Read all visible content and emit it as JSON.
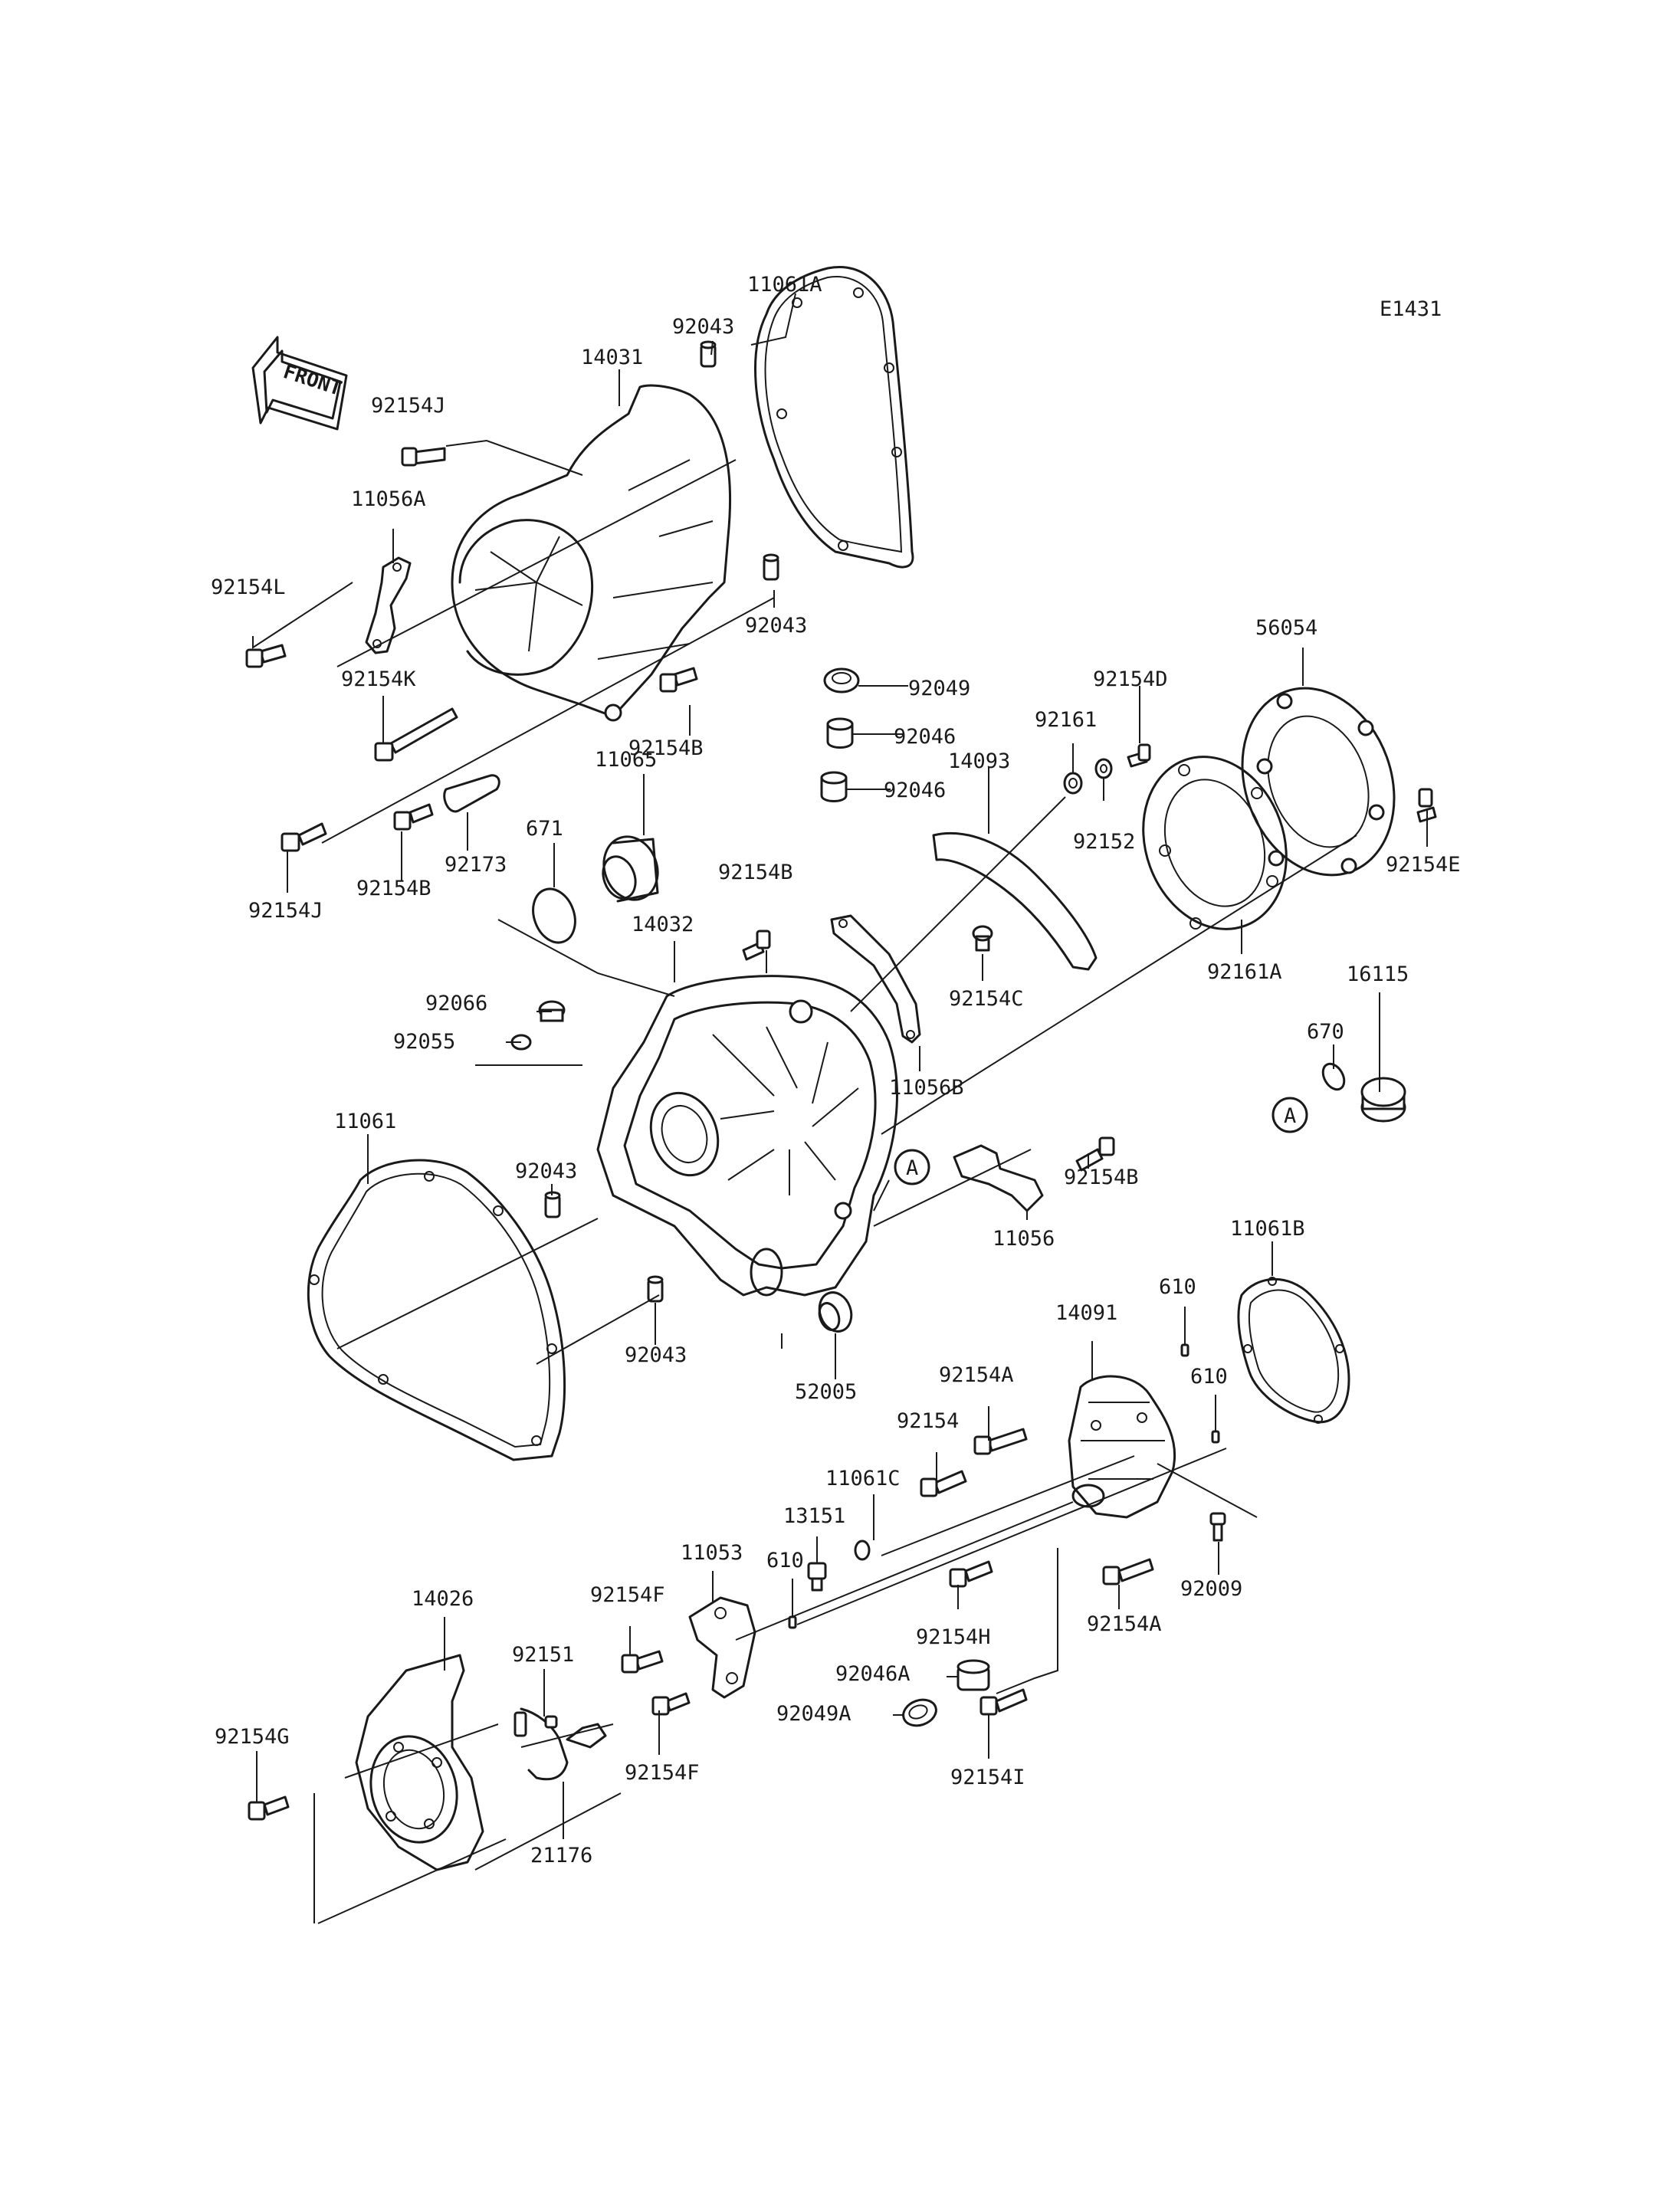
{
  "diagram_code": "E1431",
  "front_arrow_label": "FRONT",
  "reference_marker": "A",
  "parts": [
    {
      "id": "p11061A",
      "label": "11061A"
    },
    {
      "id": "p92043a",
      "label": "92043"
    },
    {
      "id": "p14031",
      "label": "14031"
    },
    {
      "id": "p92154J_top",
      "label": "92154J"
    },
    {
      "id": "p11056A",
      "label": "11056A"
    },
    {
      "id": "p92154L",
      "label": "92154L"
    },
    {
      "id": "p92043b",
      "label": "92043"
    },
    {
      "id": "p92154K",
      "label": "92154K"
    },
    {
      "id": "p92154B_a",
      "label": "92154B"
    },
    {
      "id": "p92049",
      "label": "92049"
    },
    {
      "id": "p92046a",
      "label": "92046"
    },
    {
      "id": "p92046b",
      "label": "92046"
    },
    {
      "id": "p11065",
      "label": "11065"
    },
    {
      "id": "p14093",
      "label": "14093"
    },
    {
      "id": "p92161",
      "label": "92161"
    },
    {
      "id": "p92154D",
      "label": "92154D"
    },
    {
      "id": "p56054",
      "label": "56054"
    },
    {
      "id": "p92152",
      "label": "92152"
    },
    {
      "id": "p92154E",
      "label": "92154E"
    },
    {
      "id": "p92154J_bot",
      "label": "92154J"
    },
    {
      "id": "p92154B_b",
      "label": "92154B"
    },
    {
      "id": "p92173",
      "label": "92173"
    },
    {
      "id": "p671",
      "label": "671"
    },
    {
      "id": "p92154B_c",
      "label": "92154B"
    },
    {
      "id": "p14032",
      "label": "14032"
    },
    {
      "id": "p92154C",
      "label": "92154C"
    },
    {
      "id": "p92161A",
      "label": "92161A"
    },
    {
      "id": "p16115",
      "label": "16115"
    },
    {
      "id": "p670",
      "label": "670"
    },
    {
      "id": "p92066",
      "label": "92066"
    },
    {
      "id": "p92055",
      "label": "92055"
    },
    {
      "id": "p11056B",
      "label": "11056B"
    },
    {
      "id": "p11061",
      "label": "11061"
    },
    {
      "id": "p92043c",
      "label": "92043"
    },
    {
      "id": "p92154B_d",
      "label": "92154B"
    },
    {
      "id": "p11056",
      "label": "11056"
    },
    {
      "id": "p11061B",
      "label": "11061B"
    },
    {
      "id": "p92043d",
      "label": "92043"
    },
    {
      "id": "p52005",
      "label": "52005"
    },
    {
      "id": "p610a",
      "label": "610"
    },
    {
      "id": "p14091",
      "label": "14091"
    },
    {
      "id": "p610b",
      "label": "610"
    },
    {
      "id": "p92154A_a",
      "label": "92154A"
    },
    {
      "id": "p92154",
      "label": "92154"
    },
    {
      "id": "p11061C",
      "label": "11061C"
    },
    {
      "id": "p13151",
      "label": "13151"
    },
    {
      "id": "p11053",
      "label": "11053"
    },
    {
      "id": "p610c",
      "label": "610"
    },
    {
      "id": "p92154F_a",
      "label": "92154F"
    },
    {
      "id": "p14026",
      "label": "14026"
    },
    {
      "id": "p92151",
      "label": "92151"
    },
    {
      "id": "p92154H",
      "label": "92154H"
    },
    {
      "id": "p92154A_b",
      "label": "92154A"
    },
    {
      "id": "p92009",
      "label": "92009"
    },
    {
      "id": "p92046A",
      "label": "92046A"
    },
    {
      "id": "p92049A",
      "label": "92049A"
    },
    {
      "id": "p92154G",
      "label": "92154G"
    },
    {
      "id": "p92154F_b",
      "label": "92154F"
    },
    {
      "id": "p92154I",
      "label": "92154I"
    },
    {
      "id": "p21176",
      "label": "21176"
    }
  ]
}
